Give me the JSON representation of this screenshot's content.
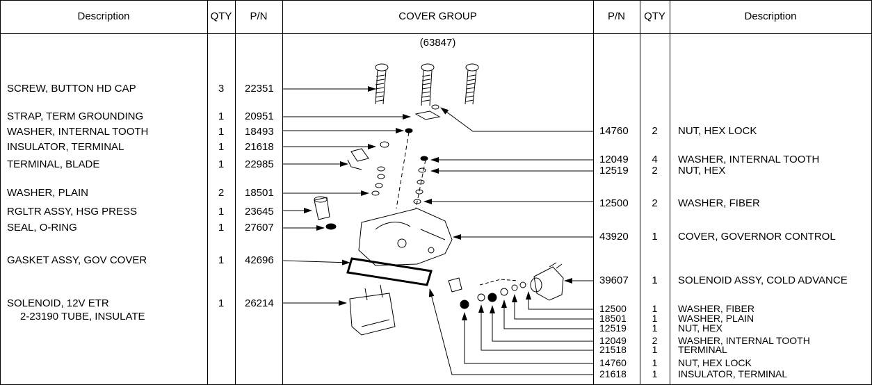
{
  "headers": {
    "left_description": "Description",
    "left_qty": "QTY",
    "left_pn": "P/N",
    "center": "COVER GROUP",
    "right_pn": "P/N",
    "right_qty": "QTY",
    "right_description": "Description"
  },
  "group_number": "(63847)",
  "left_parts": [
    {
      "description": "SCREW, BUTTON HD CAP",
      "qty": "3",
      "pn": "22351"
    },
    {
      "description": "STRAP, TERM GROUNDING",
      "qty": "1",
      "pn": "20951"
    },
    {
      "description": "WASHER, INTERNAL TOOTH",
      "qty": "1",
      "pn": "18493"
    },
    {
      "description": "INSULATOR, TERMINAL",
      "qty": "1",
      "pn": "21618"
    },
    {
      "description": "TERMINAL, BLADE",
      "qty": "1",
      "pn": "22985"
    },
    {
      "description": "WASHER, PLAIN",
      "qty": "2",
      "pn": "18501"
    },
    {
      "description": "RGLTR ASSY, HSG PRESS",
      "qty": "1",
      "pn": "23645"
    },
    {
      "description": "SEAL, O-RING",
      "qty": "1",
      "pn": "27607"
    },
    {
      "description": "GASKET ASSY, GOV COVER",
      "qty": "1",
      "pn": "42696"
    },
    {
      "description": "SOLENOID, 12V ETR",
      "qty": "1",
      "pn": "26214"
    }
  ],
  "left_subnote": "2-23190 TUBE, INSULATE",
  "right_parts": [
    {
      "pn": "14760",
      "qty": "2",
      "description": "NUT, HEX LOCK"
    },
    {
      "pn": "12049",
      "qty": "4",
      "description": "WASHER, INTERNAL TOOTH"
    },
    {
      "pn": "12519",
      "qty": "2",
      "description": "NUT, HEX"
    },
    {
      "pn": "12500",
      "qty": "2",
      "description": "WASHER, FIBER"
    },
    {
      "pn": "43920",
      "qty": "1",
      "description": "COVER, GOVERNOR CONTROL"
    },
    {
      "pn": "39607",
      "qty": "1",
      "description": "SOLENOID ASSY, COLD ADVANCE"
    }
  ],
  "right_stack": [
    {
      "pn": "12500",
      "qty": "1",
      "description": "WASHER, FIBER"
    },
    {
      "pn": "18501",
      "qty": "1",
      "description": "WASHER, PLAIN"
    },
    {
      "pn": "12519",
      "qty": "1",
      "description": "NUT, HEX"
    },
    {
      "pn": "12049",
      "qty": "2",
      "description": "WASHER, INTERNAL TOOTH"
    },
    {
      "pn": "21518",
      "qty": "1",
      "description": "TERMINAL"
    },
    {
      "pn": "14760",
      "qty": "1",
      "description": "NUT, HEX LOCK"
    },
    {
      "pn": "21618",
      "qty": "1",
      "description": "INSULATOR, TERMINAL"
    }
  ]
}
